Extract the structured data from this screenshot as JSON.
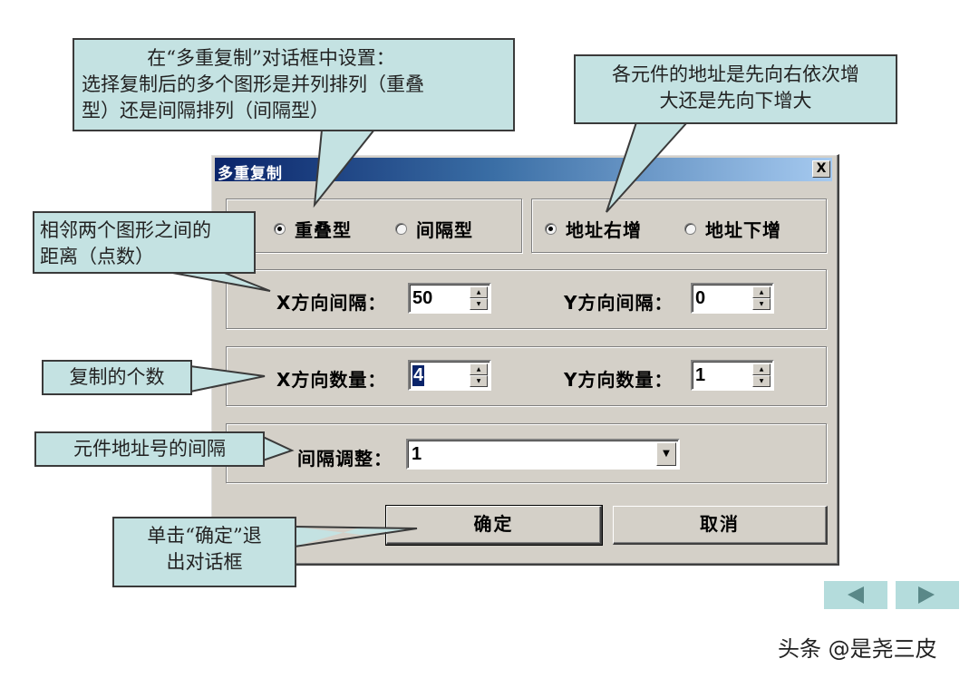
{
  "dialog": {
    "title": "多重复制",
    "close_label": "X",
    "layout_mode": {
      "options": [
        {
          "label": "重叠型",
          "checked": true
        },
        {
          "label": "间隔型",
          "checked": false
        }
      ]
    },
    "address_mode": {
      "options": [
        {
          "label": "地址右增",
          "checked": true
        },
        {
          "label": "地址下增",
          "checked": false
        }
      ]
    },
    "x_interval": {
      "label": "X方向间隔：",
      "value": "50"
    },
    "y_interval": {
      "label": "Y方向间隔：",
      "value": "0"
    },
    "x_count": {
      "label": "X方向数量：",
      "value": "4"
    },
    "y_count": {
      "label": "Y方向数量：",
      "value": "1"
    },
    "interval_adjust": {
      "label": "间隔调整：",
      "value": "1"
    },
    "ok_label": "确定",
    "cancel_label": "取消"
  },
  "callouts": {
    "layout_line1": "在“多重复制”对话框中设置：",
    "layout_line2": "选择复制后的多个图形是并列排列（重叠",
    "layout_line3": "型）还是间隔排列（间隔型）",
    "address_line1": "各元件的地址是先向右依次增",
    "address_line2": "大还是先向下增大",
    "distance_line1": "相邻两个图形之间的",
    "distance_line2": "距离（点数）",
    "count": "复制的个数",
    "addr_interval": "元件地址号的间隔",
    "ok_line1": "单击“确定”退",
    "ok_line2": "出对话框"
  },
  "nav": {
    "prev_icon": "◀",
    "next_icon": "▶"
  },
  "watermark": "头条 @是尧三皮",
  "colors": {
    "callout_bg": "#c4e2e2",
    "dialog_bg": "#d4d0c8",
    "titlebar_start": "#0a246a",
    "titlebar_end": "#a6caf0",
    "nav_bg": "#b4dcdc",
    "nav_arrow": "#5a8888"
  }
}
